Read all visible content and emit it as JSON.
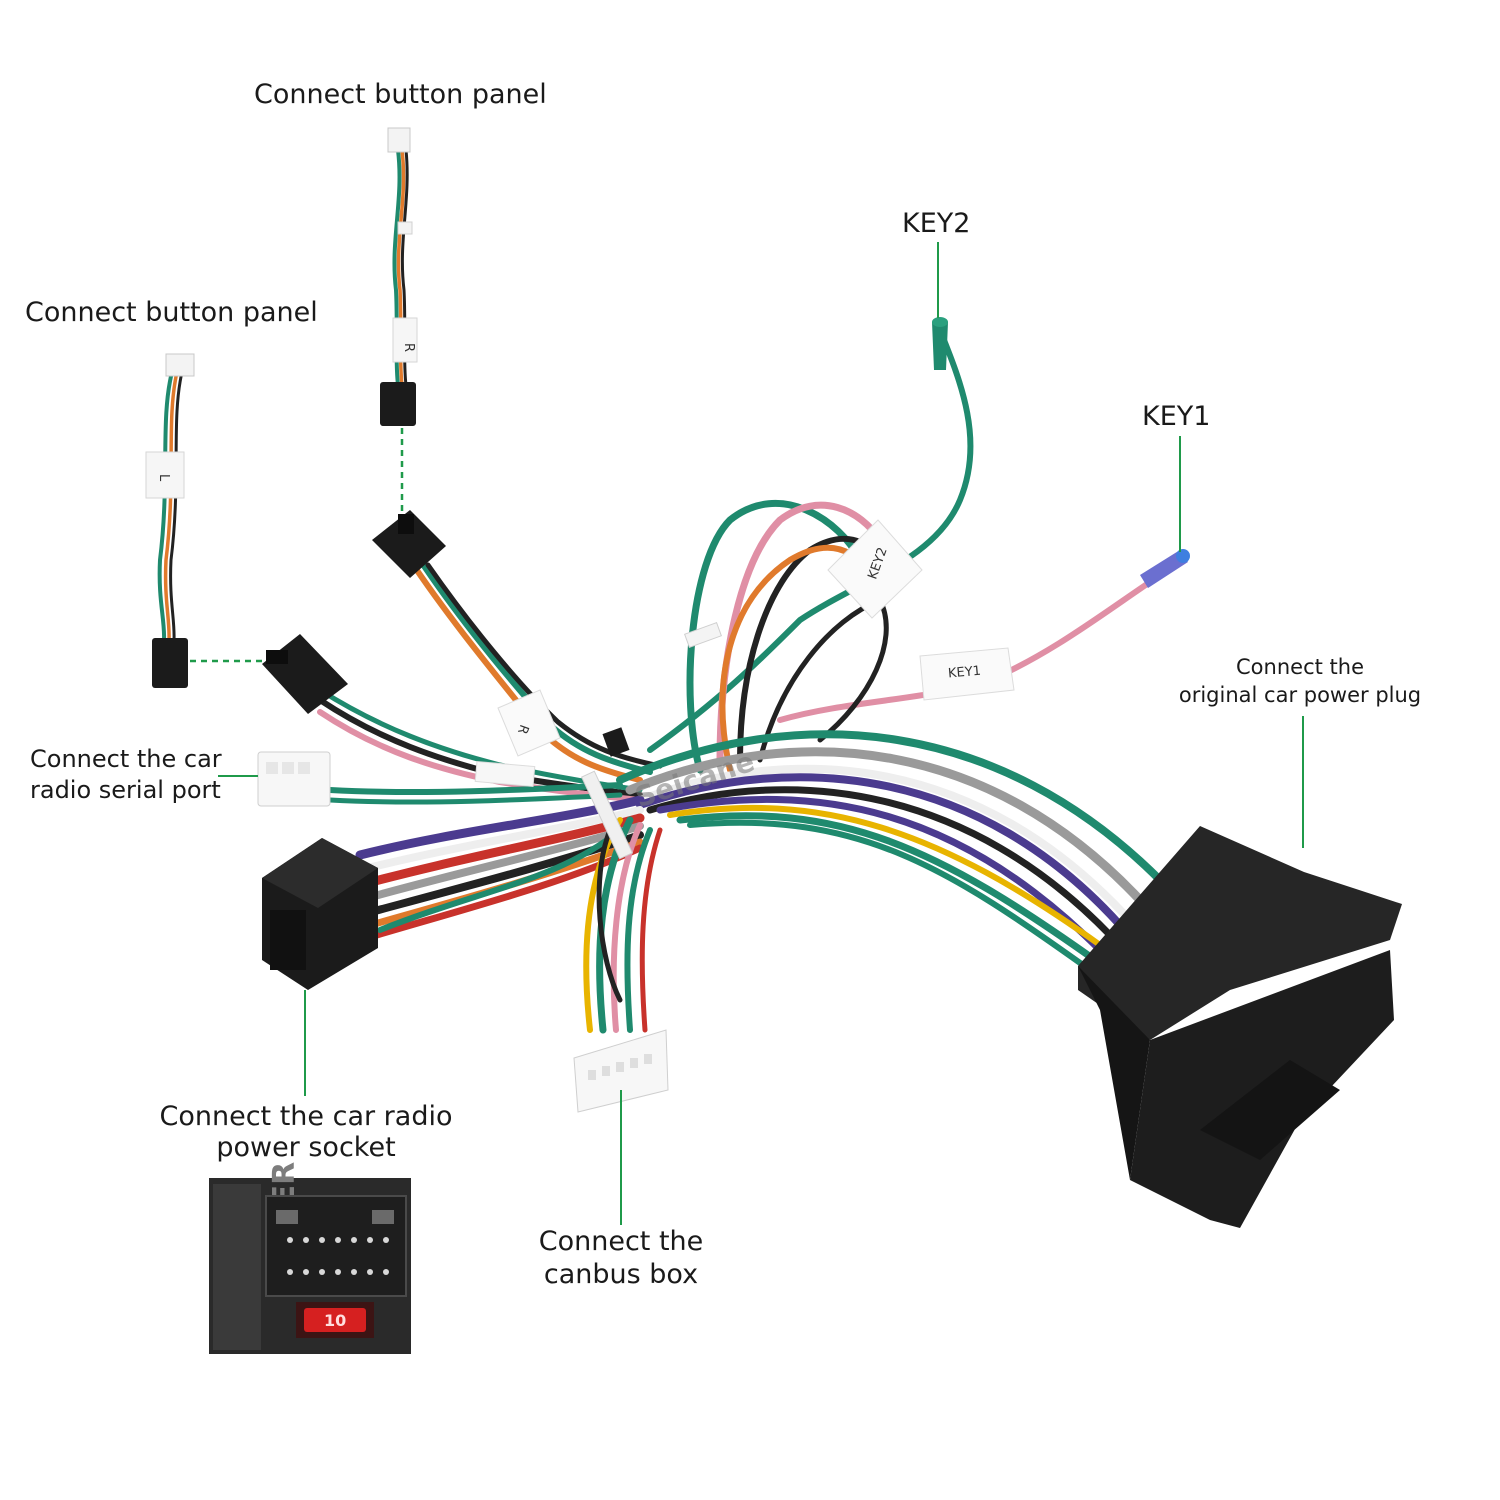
{
  "labels": {
    "button_panel_top": "Connect button panel",
    "button_panel_left": "Connect button panel",
    "key2": "KEY2",
    "key1": "KEY1",
    "power_plug_line1": "Connect the",
    "power_plug_line2": "original car power plug",
    "serial_line1": "Connect the car",
    "serial_line2": "radio  serial port",
    "power_socket_line1": "Connect the car radio",
    "power_socket_line2": "power socket",
    "canbus_line1": "Connect the",
    "canbus_line2": "canbus box"
  },
  "wire_tags": {
    "key2": "KEY2",
    "key1": "KEY1",
    "left": "L",
    "right": "R",
    "right_lower": "R"
  },
  "brand_text": "Seicane",
  "inset": {
    "power_text": "POWER",
    "fuse_text": "10"
  },
  "colors": {
    "leader_line": "#1f9a4a",
    "connector_black": "#1b1b1b",
    "wire_green": "#1f8a6e",
    "wire_pink": "#e08fa5",
    "wire_orange": "#e07a2c",
    "wire_purple": "#4b3b8f",
    "wire_gray": "#9a9a9a",
    "wire_black": "#222222",
    "wire_red": "#c8322b",
    "wire_yellow": "#e8b400",
    "wire_white": "#eeeeee",
    "fuse_red": "#d62020"
  }
}
